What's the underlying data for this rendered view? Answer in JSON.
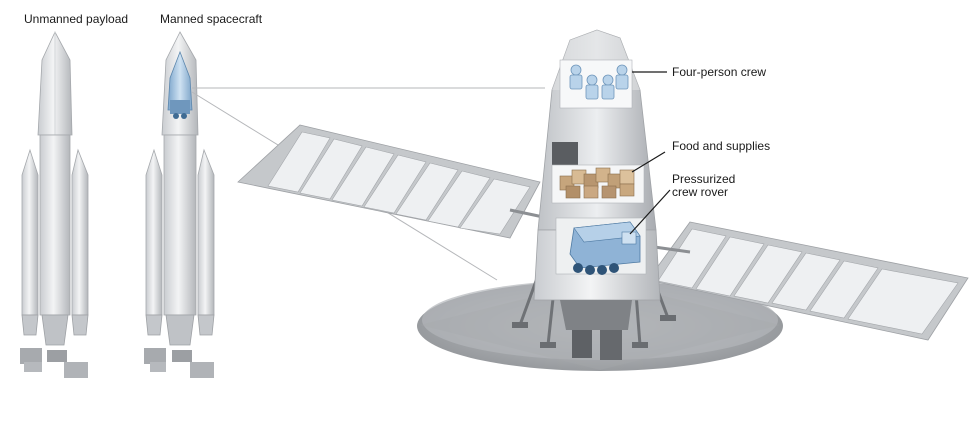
{
  "titles": {
    "unmanned": "Unmanned payload",
    "manned": "Manned spacecraft"
  },
  "callouts": {
    "crew": "Four-person crew",
    "food": "Food and supplies",
    "rover_line1": "Pressurized",
    "rover_line2": "crew rover"
  },
  "colors": {
    "hull": "#e6e8ea",
    "hull_shade": "#b9bcc0",
    "panel": "#d3d6d9",
    "panel_cell": "#f2f3f4",
    "capsule": "#a9c9e4",
    "cargo": "#c4a57e",
    "rover": "#8eb1d3",
    "platform": "#9a9da1"
  },
  "icons": {
    "crew": "crew-figures-icon",
    "cargo": "cargo-boxes-icon",
    "rover": "rover-icon"
  }
}
